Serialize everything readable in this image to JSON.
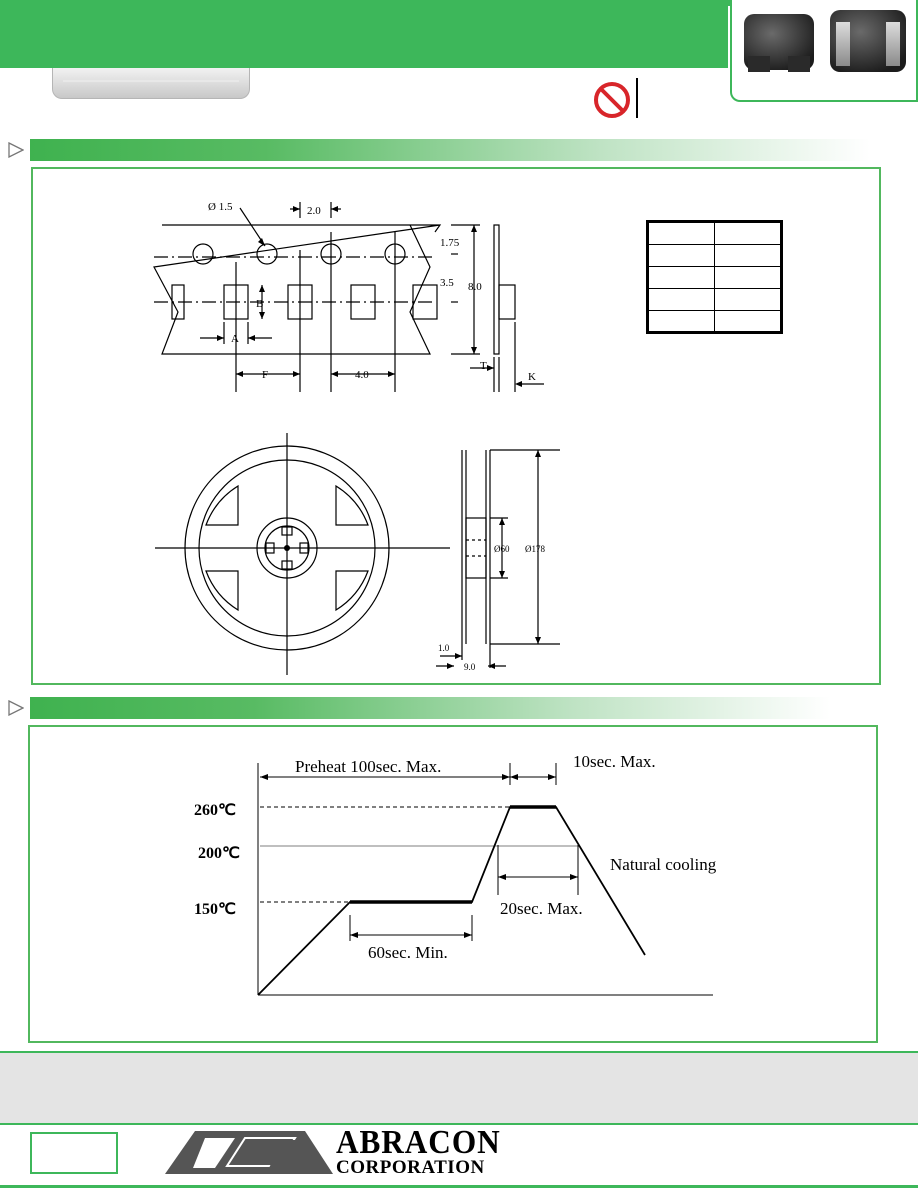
{
  "tape": {
    "labels": {
      "hole_dia": "Ø 1.5",
      "pitch_hole": "2.0",
      "dim_175": "1.75",
      "dim_35": "3.5",
      "width": "8.0",
      "b": "B",
      "a": "A",
      "f": "F",
      "pitch": "4.0",
      "t": "T",
      "k": "K"
    }
  },
  "table": {
    "rows": 5,
    "cols": 2
  },
  "reel": {
    "labels": {
      "hub_dia": "Ø60",
      "reel_dia": "Ø178",
      "flange": "1.0",
      "width": "9.0"
    }
  },
  "reflow": {
    "preheat": "Preheat 100sec. Max.",
    "peak_time": "10sec. Max.",
    "t260": "260℃",
    "t200": "200℃",
    "t150": "150℃",
    "cooling": "Natural cooling",
    "above200": "20sec. Max.",
    "soak": "60sec. Min."
  },
  "footer": {
    "brand": "ABRACON",
    "brand_sub": "CORPORATION"
  }
}
